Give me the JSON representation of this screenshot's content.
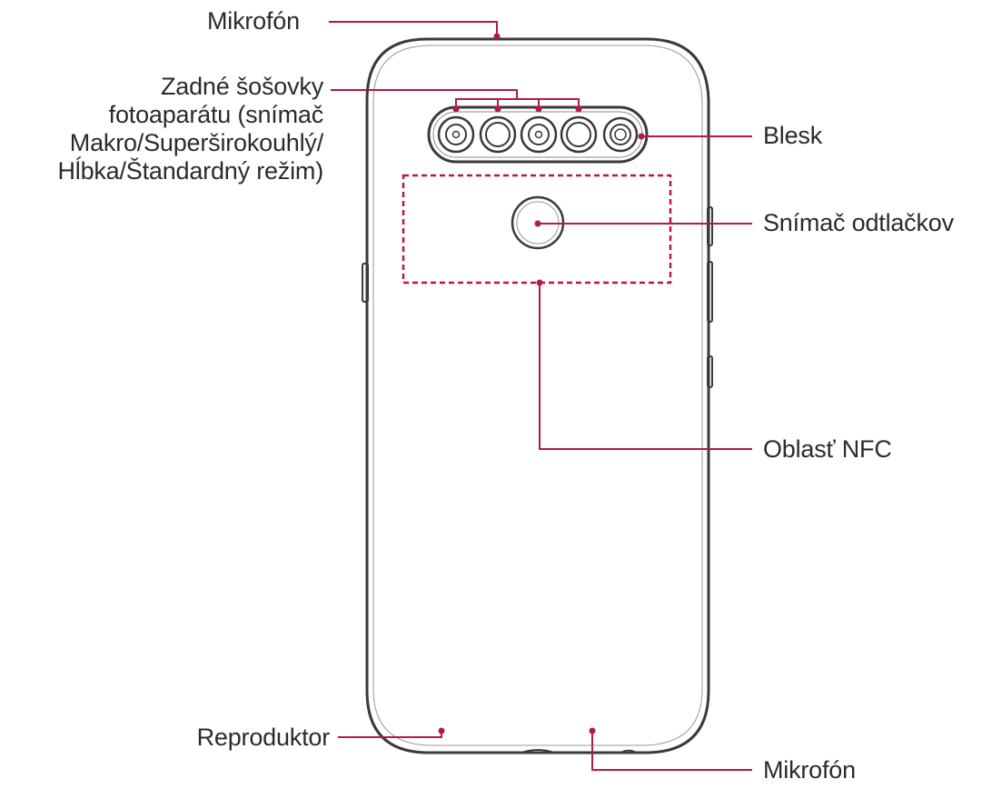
{
  "diagram": {
    "labels": {
      "mic_top": "Mikrofón",
      "rear_lenses": [
        "Zadné šošovky",
        "fotoaparátu (snímač",
        "Makro/Superširokouhlý/",
        "Hĺbka/Štandardný režim)"
      ],
      "flash": "Blesk",
      "fingerprint": "Snímač odtlačkov",
      "nfc": "Oblasť NFC",
      "speaker": "Reproduktor",
      "mic_bottom": "Mikrofón"
    },
    "colors": {
      "callout": "#b5174f",
      "outline": "#3a3a3a",
      "text": "#2b2b2b"
    }
  }
}
